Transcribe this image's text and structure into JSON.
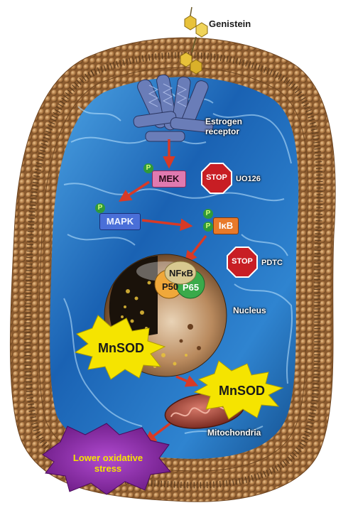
{
  "labels": {
    "genistein": "Genistein",
    "estrogen_line1": "Estrogen",
    "estrogen_line2": "receptor",
    "mek": "MEK",
    "stop": "STOP",
    "uo126": "UO126",
    "mapk": "MAPK",
    "p": "P",
    "ikb": "IκB",
    "pdtc": "PDTC",
    "nfkb": "NFκB",
    "p50": "P50",
    "p65": "P65",
    "nucleus": "Nucleus",
    "mnsod": "MnSOD",
    "mitochondria": "Mitochondria",
    "lower_line1": "Lower oxidative",
    "lower_line2": "stress"
  },
  "colors": {
    "membrane": "#b07a45",
    "water": "#1e5fa8",
    "mek_box": "#e07ab0",
    "mapk_box": "#4a6fd8",
    "ikb_box": "#e87a2a",
    "stop_sign": "#c81e24",
    "arrow": "#d83a26",
    "p_badge": "#2f9a3a",
    "burst": "#f5e400",
    "stress_burst": "#8a2a9a"
  }
}
